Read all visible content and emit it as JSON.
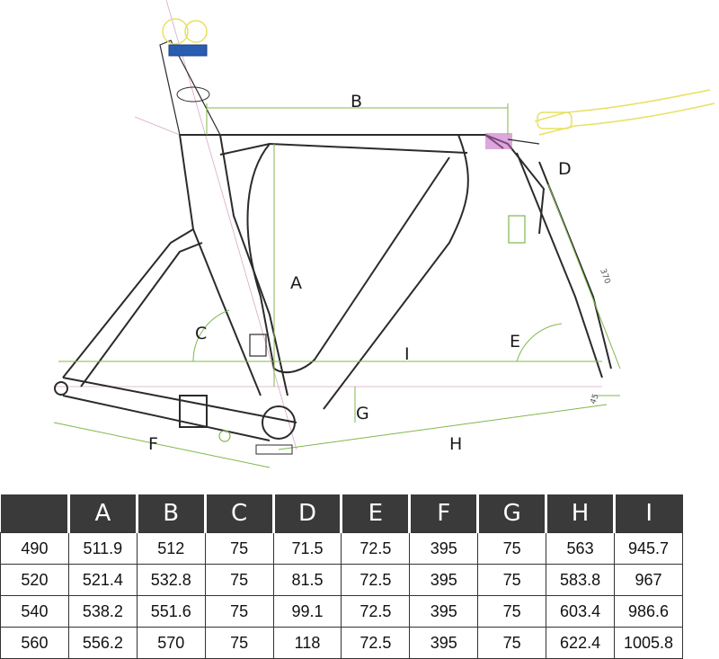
{
  "diagram": {
    "labels": {
      "A": "A",
      "B": "B",
      "C": "C",
      "D": "D",
      "E": "E",
      "F": "F",
      "G": "G",
      "H": "H",
      "I": "I",
      "fork_length": "370",
      "offset": "45"
    }
  },
  "table": {
    "headers": [
      "",
      "A",
      "B",
      "C",
      "D",
      "E",
      "F",
      "G",
      "H",
      "I"
    ],
    "rows": [
      [
        "490",
        "511.9",
        "512",
        "75",
        "71.5",
        "72.5",
        "395",
        "75",
        "563",
        "945.7"
      ],
      [
        "520",
        "521.4",
        "532.8",
        "75",
        "81.5",
        "72.5",
        "395",
        "75",
        "583.8",
        "967"
      ],
      [
        "540",
        "538.2",
        "551.6",
        "75",
        "99.1",
        "72.5",
        "395",
        "75",
        "603.4",
        "986.6"
      ],
      [
        "560",
        "556.2",
        "570",
        "75",
        "118",
        "72.5",
        "395",
        "75",
        "622.4",
        "1005.8"
      ]
    ]
  },
  "colors": {
    "frame_line": "#2b2b2b",
    "dimension_line": "#7fb84a",
    "center_line": "#c07aa8",
    "accent_yellow": "#e8e060",
    "accent_blue": "#2a5db0",
    "accent_purple": "#c060c0",
    "header_bg": "#3a3a3a"
  }
}
